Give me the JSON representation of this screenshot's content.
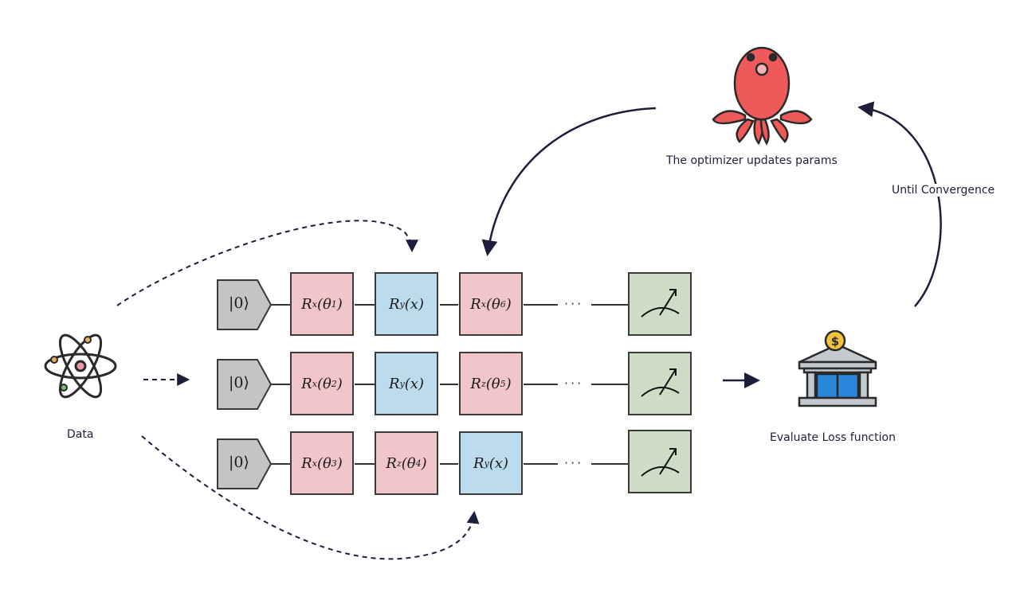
{
  "labels": {
    "data": "Data",
    "optimizer": "The optimizer updates params",
    "convergence": "Until Convergence",
    "loss": "Evaluate Loss function"
  },
  "ket": "|0⟩",
  "ellipsis": "···",
  "rows": [
    {
      "gates": [
        {
          "base": "R",
          "sub": "x",
          "arg": "(θ",
          "argsub": "1",
          "close": ")",
          "color": "red"
        },
        {
          "base": "R",
          "sub": "y",
          "arg": "(x",
          "argsub": "",
          "close": ")",
          "color": "blue"
        },
        {
          "base": "R",
          "sub": "x",
          "arg": "(θ",
          "argsub": "6",
          "close": ")",
          "color": "red"
        }
      ]
    },
    {
      "gates": [
        {
          "base": "R",
          "sub": "x",
          "arg": "(θ",
          "argsub": "2",
          "close": ")",
          "color": "red"
        },
        {
          "base": "R",
          "sub": "y",
          "arg": "(x",
          "argsub": "",
          "close": ")",
          "color": "blue"
        },
        {
          "base": "R",
          "sub": "z",
          "arg": "(θ",
          "argsub": "5",
          "close": ")",
          "color": "red"
        }
      ]
    },
    {
      "gates": [
        {
          "base": "R",
          "sub": "x",
          "arg": "(θ",
          "argsub": "3",
          "close": ")",
          "color": "red"
        },
        {
          "base": "R",
          "sub": "z",
          "arg": "(θ",
          "argsub": "4",
          "close": ")",
          "color": "red"
        },
        {
          "base": "R",
          "sub": "y",
          "arg": "(x",
          "argsub": "",
          "close": ")",
          "color": "blue"
        }
      ]
    }
  ],
  "icons": {
    "data": "atom-icon",
    "optimizer": "octopus-icon",
    "loss": "bank-icon",
    "measurement": "measurement-meter-icon"
  },
  "colors": {
    "gate_red": "#f2c6c9",
    "gate_blue": "#bcdcee",
    "gate_green": "#cddcc4",
    "ket_gray": "#c4c4c4",
    "octopus": "#ee5a5a",
    "arrow": "#1c1f3a",
    "bank_blue": "#2a86d8"
  }
}
